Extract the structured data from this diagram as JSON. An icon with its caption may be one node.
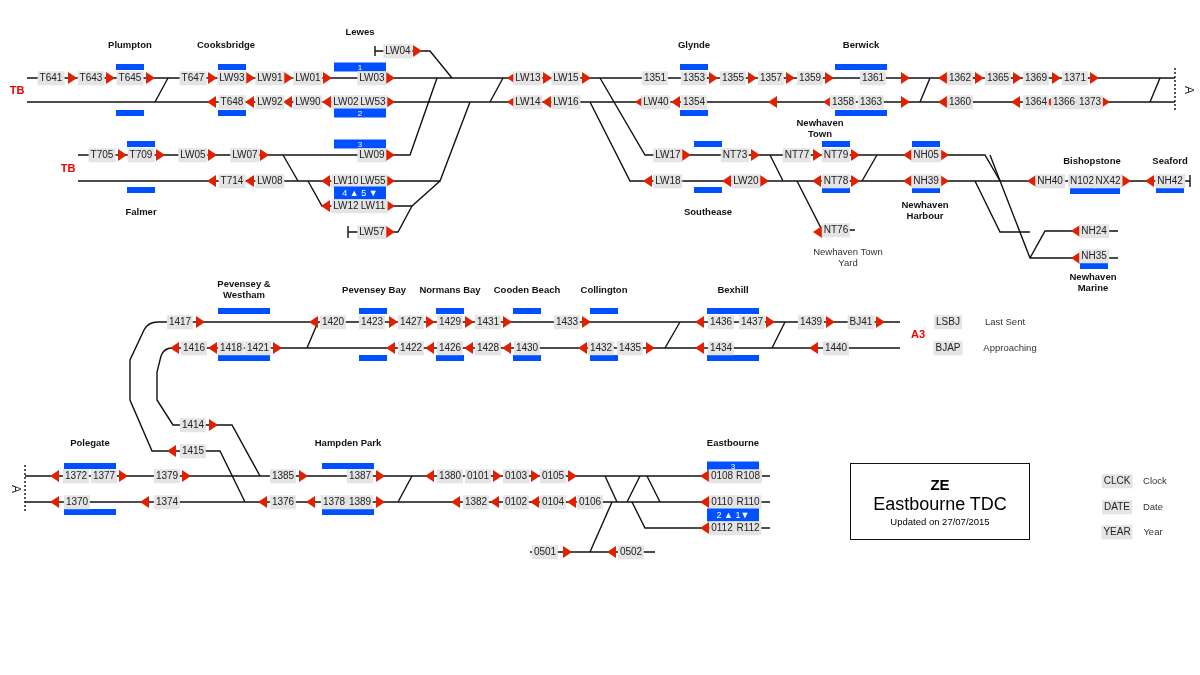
{
  "diagram": {
    "nodes": [
      {
        "text": [
          "ZE",
          "Eastbourne TDC",
          "Updated on 27/07/2015"
        ]
      }
    ],
    "labels": [
      "Lewes",
      "Plumpton",
      "Cooksbridge",
      "Glynde",
      "Berwick",
      "LW04",
      "1",
      "T641",
      "T643",
      "T645",
      "T647",
      "LW93",
      "LW91",
      "LW01",
      "LW03",
      "LW13",
      "LW15",
      "1351",
      "1353",
      "1355",
      "1357",
      "1359",
      "1361",
      "1362",
      "1365",
      "1369",
      "1371",
      "TB",
      "A",
      "T648",
      "LW92",
      "LW90",
      "LW02",
      "LW53",
      "LW14",
      "LW16",
      "LW40",
      "1354",
      "1358",
      "1363",
      "1360",
      "1364",
      "1366",
      "1373",
      "2",
      "Newhaven Town",
      "3",
      "T705",
      "T709",
      "LW05",
      "LW07",
      "LW09",
      "LW17",
      "NT73",
      "NT77",
      "NT79",
      "NH05",
      "Bishopstone",
      "Seaford",
      "TB",
      "T714",
      "LW08",
      "LW10",
      "LW55",
      "LW18",
      "LW20",
      "NT78",
      "NH39",
      "NH40",
      "N102",
      "NX42",
      "NH42",
      "4 ▲ 5 ▼",
      "LW12",
      "LW11",
      "Falmer",
      "Southease",
      "Newhaven Harbour",
      "LW57",
      "NT76",
      "NH24",
      "Newhaven Town Yard",
      "NH35",
      "Pevensey & Westham",
      "Pevensey Bay",
      "Normans Bay",
      "Cooden Beach",
      "Collington",
      "Bexhill",
      "Newhaven Marine",
      "1417",
      "1420",
      "1423",
      "1427",
      "1429",
      "1431",
      "1433",
      "1436",
      "1437",
      "1439",
      "BJ41",
      "LSBJ",
      "Last Sent",
      "A3",
      "1416",
      "1418",
      "1421",
      "1422",
      "1426",
      "1428",
      "1430",
      "1432",
      "1435",
      "1434",
      "1440",
      "BJAP",
      "Approaching",
      "1414",
      "Polegate",
      "Hampden Park",
      "Eastbourne",
      "1415",
      "3",
      "1372",
      "1377",
      "1379",
      "1385",
      "1387",
      "1380",
      "0101",
      "0103",
      "0105",
      "0108",
      "R108",
      "CLCK",
      "Clock",
      "A",
      "1370",
      "1374",
      "1376",
      "1378",
      "1389",
      "1382",
      "0102",
      "0104",
      "0106",
      "0110",
      "R110",
      "DATE",
      "Date",
      "2 ▲ 1▼",
      "0112",
      "R112",
      "YEAR",
      "Year",
      "0501",
      "0502"
    ]
  }
}
